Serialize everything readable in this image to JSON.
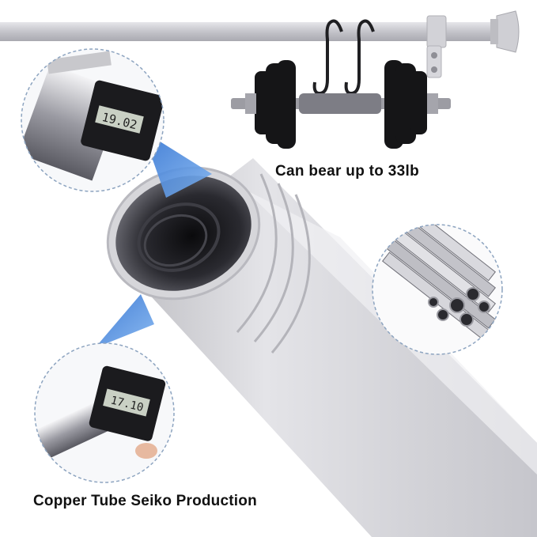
{
  "captions": {
    "load": "Can bear up to 33lb",
    "material": "Copper Tube Seiko Production"
  },
  "caliper_readings": {
    "outer_diameter": "19.02",
    "inner_diameter": "17.10"
  },
  "colors": {
    "rod": "#c9c9ce",
    "tube": "#dcdce0",
    "callout_pointer": "#2f7ed8",
    "circle_border": "#8da4c0",
    "weights": "#1a1a1a"
  }
}
